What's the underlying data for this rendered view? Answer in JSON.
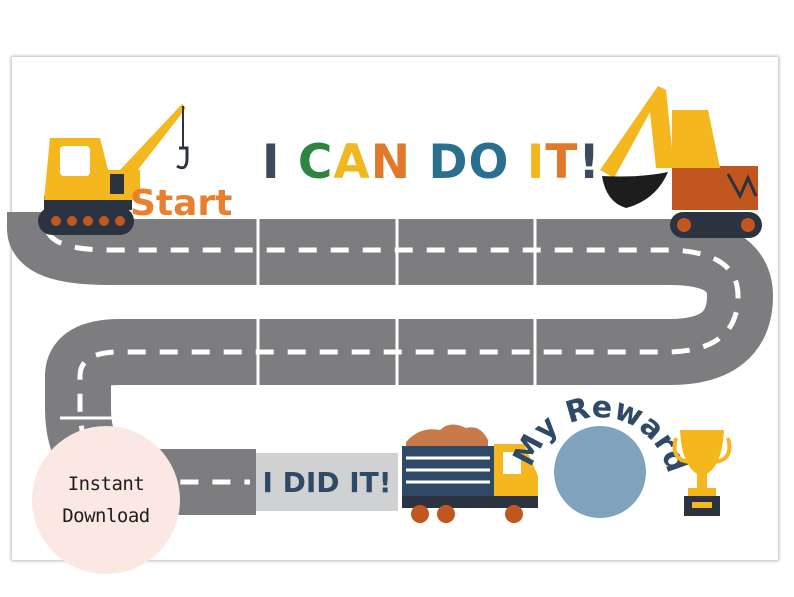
{
  "title": {
    "letters": [
      {
        "ch": "I",
        "color": "#3b4a5c"
      },
      {
        "ch": " ",
        "color": "#3b4a5c"
      },
      {
        "ch": "C",
        "color": "#2e8540"
      },
      {
        "ch": "A",
        "color": "#f2b71f"
      },
      {
        "ch": "N",
        "color": "#e07a2a"
      },
      {
        "ch": " ",
        "color": "#3b4a5c"
      },
      {
        "ch": "D",
        "color": "#2a6f8e"
      },
      {
        "ch": "O",
        "color": "#2a6f8e"
      },
      {
        "ch": " ",
        "color": "#3b4a5c"
      },
      {
        "ch": "I",
        "color": "#f2b71f"
      },
      {
        "ch": "T",
        "color": "#e07a2a"
      },
      {
        "ch": "!",
        "color": "#3b4a5c"
      }
    ]
  },
  "start_label": "Start",
  "finish_label": "I DID IT!",
  "reward_label": "My Reward",
  "badge": {
    "line1": "Instant",
    "line2": "Download"
  },
  "colors": {
    "road": "#7d7d80",
    "road_dash": "#ffffff",
    "start_text": "#e8802e",
    "finish_text": "#2f4a66",
    "finish_box": "#d0d1d3",
    "reward_circle": "#7fa2bd",
    "reward_text": "#2f4a66",
    "badge_bg": "#fbe8e3",
    "machine_yellow": "#f5b71e",
    "machine_dark": "#2c3340",
    "machine_brown": "#c1571f"
  },
  "icons": [
    "crane-icon",
    "excavator-icon",
    "dump-truck-icon",
    "trophy-icon"
  ]
}
